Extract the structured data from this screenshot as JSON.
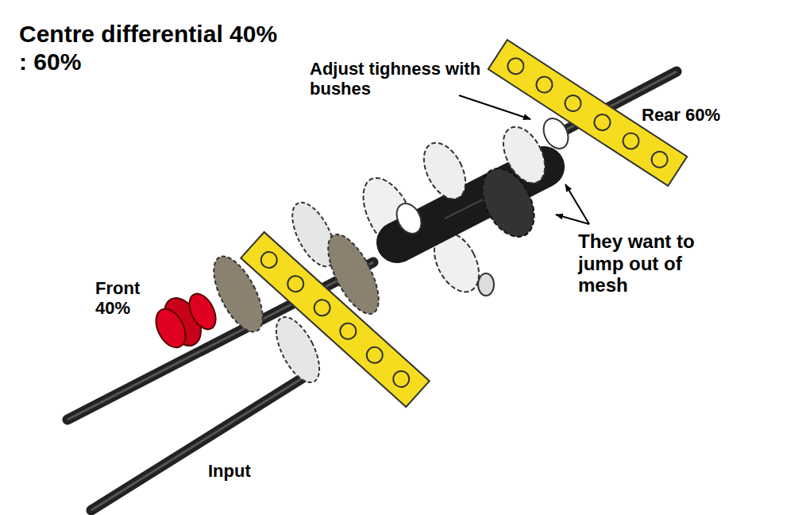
{
  "diagram": {
    "title": "Centre differential 40% : 60%",
    "labels": [
      "Adjust tighness with bushes",
      "Rear 60%",
      "They want to jump out of mesh",
      "Front 40%",
      "Input"
    ]
  }
}
